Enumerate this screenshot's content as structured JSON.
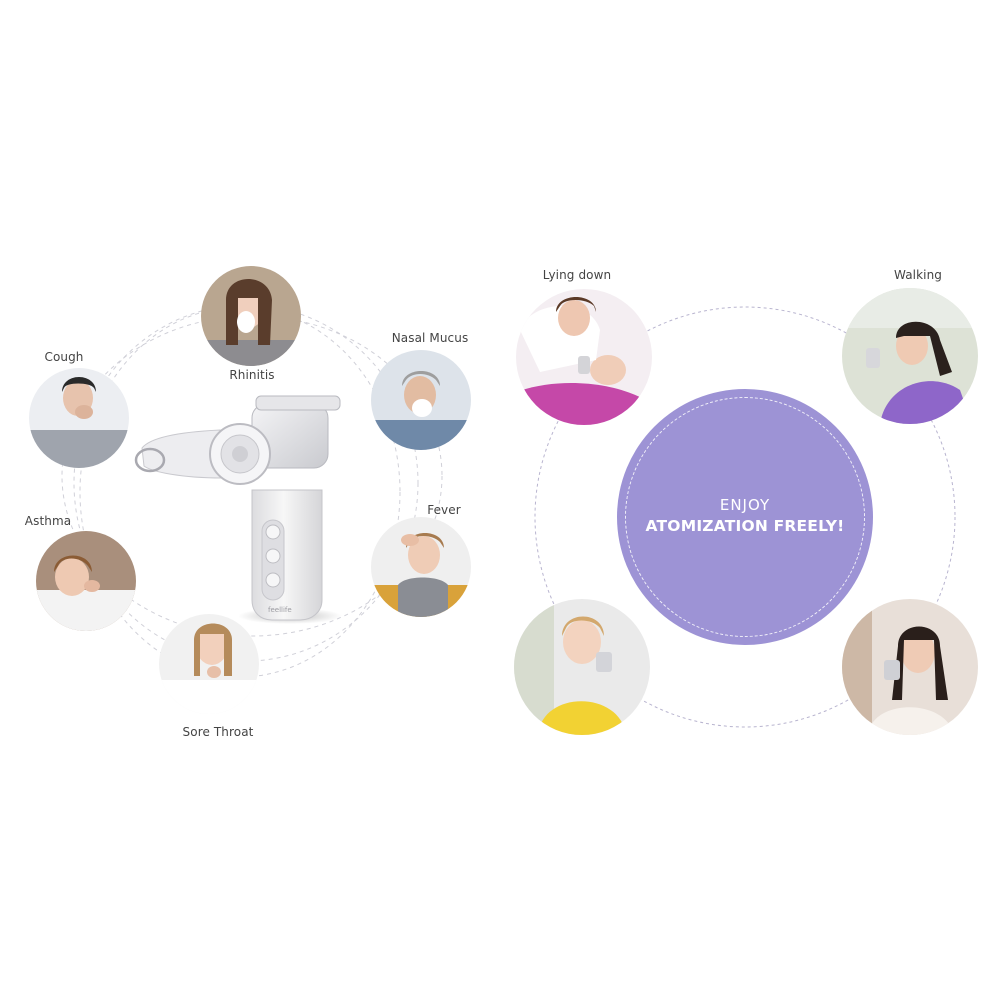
{
  "colors": {
    "accent_purple": "#9d93d5",
    "dashed_ring": "#d0d0d8",
    "label_text": "#444444",
    "device_white": "#f2f2f2",
    "device_grey": "#d9d9dc"
  },
  "left_panel": {
    "symptoms": [
      {
        "label": "Rhinitis",
        "icon": "sneezing-woman-photo"
      },
      {
        "label": "Cough",
        "icon": "coughing-man-photo"
      },
      {
        "label": "Nasal Mucus",
        "icon": "nose-blowing-man-photo"
      },
      {
        "label": "Asthma",
        "icon": "sick-boy-photo"
      },
      {
        "label": "Fever",
        "icon": "feverish-woman-photo"
      },
      {
        "label": "Sore Throat",
        "icon": "sore-throat-girl-photo"
      }
    ],
    "device": {
      "brand": "feellife",
      "icon": "mesh-nebulizer-device"
    }
  },
  "right_panel": {
    "center": {
      "line1": "ENJOY",
      "line2": "ATOMIZATION FREELY!"
    },
    "usage_modes": [
      {
        "label": "Lying down",
        "icon": "mother-child-lying-photo"
      },
      {
        "label": "Walking",
        "icon": "walking-woman-photo"
      },
      {
        "label": "",
        "icon": "girl-inhaling-photo"
      },
      {
        "label": "",
        "icon": "woman-inhaling-photo"
      }
    ]
  }
}
